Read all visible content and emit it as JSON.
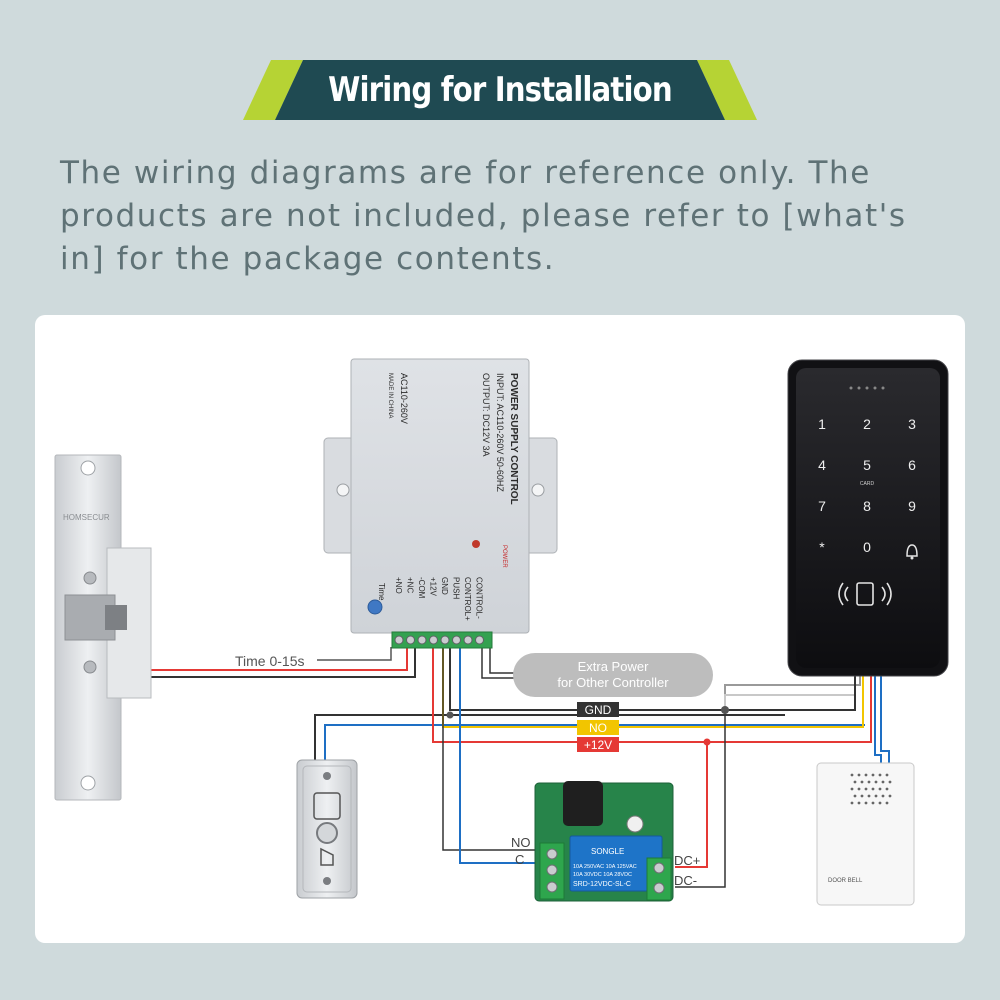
{
  "header": {
    "title": "Wiring for Installation",
    "accent_color": "#b6d334",
    "band_color": "#1f4a52"
  },
  "intro_text": "The wiring diagrams are for reference only. The products are not included, please refer to [what's in] for the package contents.",
  "lock": {
    "brand": "HOMSECUR"
  },
  "power_supply": {
    "title": "POWER SUPPLY CONTROL",
    "input": "INPUT: AC110-260V 50-60HZ",
    "output": "OUTPUT: DC12V 3A",
    "voltage": "AC110-260V",
    "made_in": "MADE IN CHINA",
    "power_led_label": "POWER",
    "time_label": "Time",
    "terminals": [
      "+NO",
      "+NC",
      "-COM",
      "+12V",
      "GND",
      "PUSH",
      "CONTROL+",
      "CONTROL-"
    ]
  },
  "callouts": {
    "time_range": "Time 0-15s",
    "extra_power": [
      "Extra Power",
      "for Other Controller"
    ]
  },
  "bus_labels": {
    "gnd": "GND",
    "no": "NO",
    "plus12": "+12V"
  },
  "relay": {
    "no_label": "NO",
    "c_label": "C",
    "dc_plus": "DC+",
    "dc_minus": "DC-",
    "brand": "SONGLE",
    "spec1": "10A 250VAC  10A 125VAC",
    "spec2": "10A  30VDC  10A  28VDC",
    "model": "SRD-12VDC-SL-C"
  },
  "keypad": {
    "keys": [
      "1",
      "2",
      "3",
      "4",
      "5",
      "6",
      "7",
      "8",
      "9",
      "*",
      "0",
      "bell"
    ],
    "card_label": "CARD"
  },
  "doorbell": {
    "label": "DOOR BELL"
  },
  "wire_colors": {
    "red": "#e53935",
    "yellow": "#f2c500",
    "blue": "#1e6fc4",
    "black": "#333333",
    "gray": "#9a9a9a"
  }
}
